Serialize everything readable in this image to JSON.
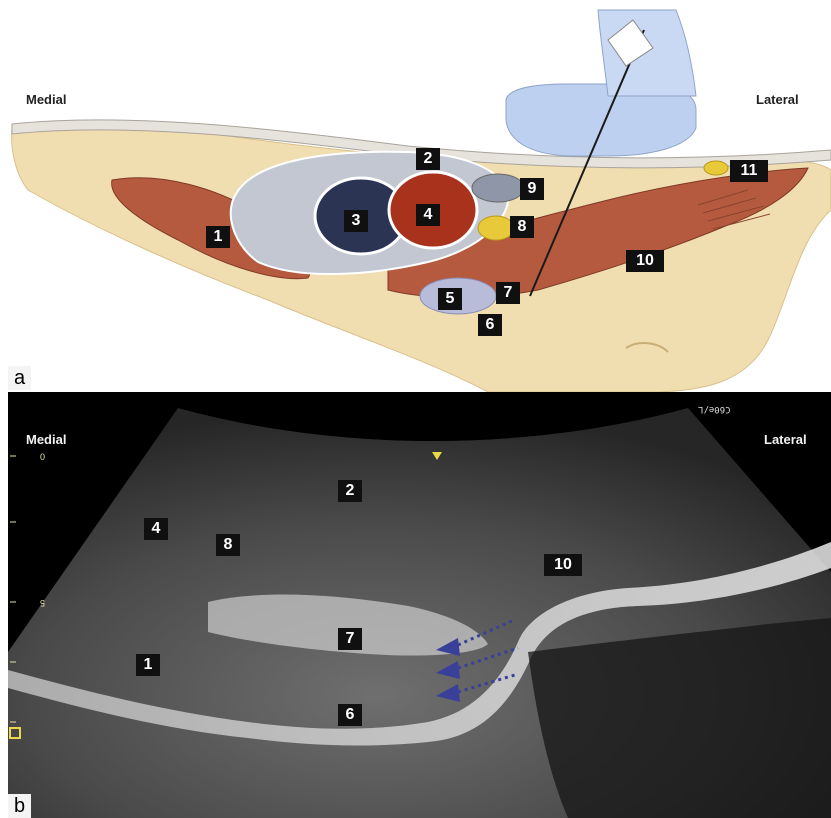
{
  "colors": {
    "bone": "#f1deb0",
    "muscle": "#b55a3e",
    "artery": "#a8321c",
    "vein": "#2c3454",
    "nerve": "#e7c93a",
    "sheath": "#c3c7d2",
    "probe": "#bdd0ef",
    "arrowhead": "#3a3f9a"
  },
  "panel_a": {
    "medial_label": "Medial",
    "lateral_label": "Lateral",
    "letter": "a",
    "labels": [
      "1",
      "2",
      "3",
      "4",
      "5",
      "6",
      "7",
      "8",
      "9",
      "10",
      "11"
    ]
  },
  "panel_b": {
    "medial_label": "Medial",
    "lateral_label": "Lateral",
    "letter": "b",
    "probe_text": "C60e/L",
    "depth_ticks": [
      "0",
      "5"
    ],
    "labels": [
      "2",
      "4",
      "8",
      "10",
      "7",
      "1",
      "6"
    ]
  }
}
